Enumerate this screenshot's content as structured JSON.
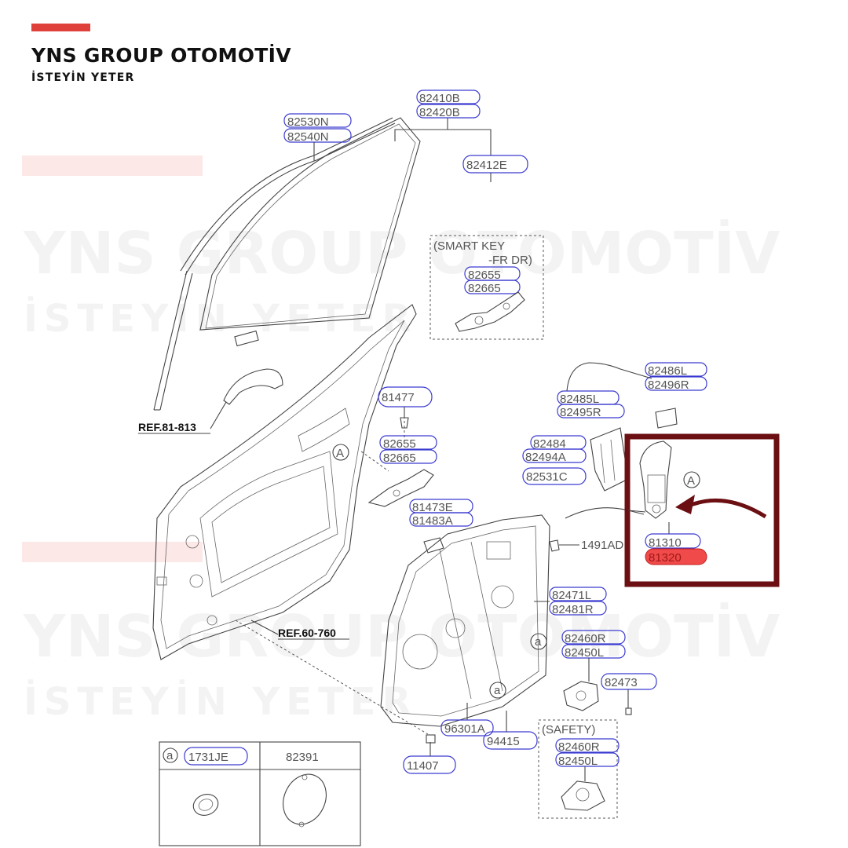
{
  "brand": {
    "title": "YNS GROUP OTOMOTİV",
    "subtitle": "İSTEYİN YETER",
    "accent_color": "#e0403a",
    "highlight_box_color": "#6b0f12",
    "part_outline_color": "#3b3bd0"
  },
  "watermark": {
    "line1": "YNS GROUP OTOMOTİV",
    "line2": "İSTEYİN YETER"
  },
  "diagram": {
    "groups": {
      "smart_key": [
        "(SMART KEY",
        "-FR DR)"
      ],
      "safety": "(SAFETY)"
    },
    "refs": {
      "ref_81_813": "REF.81-813",
      "ref_60_760": "REF.60-760"
    },
    "callouts": {
      "a_upper": "A",
      "a_right": "A",
      "small_a_1": "a",
      "small_a_2": "a",
      "small_a_table": "a"
    },
    "parts": {
      "p82410B": "82410B",
      "p82420B": "82420B",
      "p82530N": "82530N",
      "p82540N": "82540N",
      "p82412E": "82412E",
      "p82655_sk": "82655",
      "p82665_sk": "82665",
      "p81477": "81477",
      "p82655": "82655",
      "p82665": "82665",
      "p82486L": "82486L",
      "p82496R": "82496R",
      "p82485L": "82485L",
      "p82495R": "82495R",
      "p82484": "82484",
      "p82494A": "82494A",
      "p82531C": "82531C",
      "p81473E": "81473E",
      "p81483A": "81483A",
      "p1491AD": "1491AD",
      "p81310": "81310",
      "p81320": "81320",
      "p82471L": "82471L",
      "p82481R": "82481R",
      "p82460R": "82460R",
      "p82450L": "82450L",
      "p82473": "82473",
      "p96301A": "96301A",
      "p94415": "94415",
      "p11407": "11407",
      "p82460R_s": "82460R",
      "p82450L_s": "82450L"
    },
    "table": {
      "col1": "1731JE",
      "col2": "82391"
    }
  }
}
